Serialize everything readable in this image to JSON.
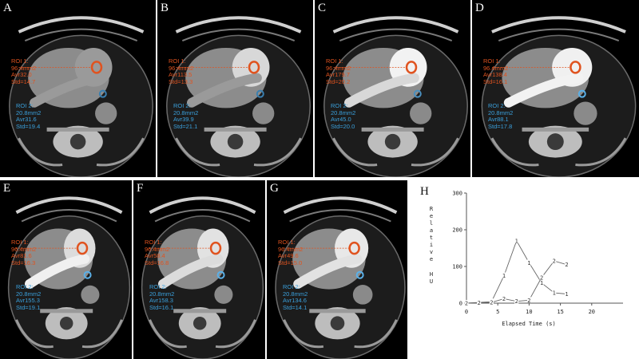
{
  "panels": [
    {
      "label": "A",
      "roi1": {
        "title": "ROI 1:",
        "area": "96.4mm2",
        "avg": "Avr32.0",
        "std": "Std=14.7"
      },
      "roi2": {
        "title": "ROI 2:",
        "area": "20.8mm2",
        "avg": "Avr31.6",
        "std": "Std=19.4"
      }
    },
    {
      "label": "B",
      "roi1": {
        "title": "ROI 1:",
        "area": "96.4mm2",
        "avg": "Avr113.5",
        "std": "Std=13.3"
      },
      "roi2": {
        "title": "ROI 2:",
        "area": "20.8mm2",
        "avg": "Avr39.9",
        "std": "Std=21.1"
      }
    },
    {
      "label": "C",
      "roi1": {
        "title": "ROI 1:",
        "area": "96.4mm2",
        "avg": "Avr179.7",
        "std": "Std=20.2"
      },
      "roi2": {
        "title": "ROI 2:",
        "area": "20.8mm2",
        "avg": "Avr45.0",
        "std": "Std=20.0"
      }
    },
    {
      "label": "D",
      "roi1": {
        "title": "ROI 1:",
        "area": "96.4mm2",
        "avg": "Avr138.4",
        "std": "Std=16.1"
      },
      "roi2": {
        "title": "ROI 2:",
        "area": "20.8mm2",
        "avg": "Avr88.1",
        "std": "Std=17.8"
      }
    },
    {
      "label": "E",
      "roi1": {
        "title": "ROI 1:",
        "area": "96.4mm2",
        "avg": "Avr81.6",
        "std": "Std=16.3"
      },
      "roi2": {
        "title": "ROI 2:",
        "area": "20.8mm2",
        "avg": "Avr155.3",
        "std": "Std=19.1"
      }
    },
    {
      "label": "F",
      "roi1": {
        "title": "ROI 1:",
        "area": "96.4mm2",
        "avg": "Avr58.4",
        "std": "Std=16.8"
      },
      "roi2": {
        "title": "ROI 2:",
        "area": "20.8mm2",
        "avg": "Avr158.3",
        "std": "Std=16.1"
      }
    },
    {
      "label": "G",
      "roi1": {
        "title": "ROI 1:",
        "area": "96.4mm2",
        "avg": "Avr49.6",
        "std": "Std=15.0"
      },
      "roi2": {
        "title": "ROI 2:",
        "area": "20.8mm2",
        "avg": "Avr134.6",
        "std": "Std=14.1"
      }
    }
  ],
  "chart_label": "H",
  "chart_data": {
    "type": "line",
    "title": "",
    "xlabel": "Elapsed Time (s)",
    "ylabel": "Relative HU",
    "xlim": [
      0,
      25
    ],
    "ylim": [
      0,
      300
    ],
    "xticks": [
      0,
      5,
      10,
      15,
      20
    ],
    "yticks": [
      0,
      100,
      200,
      300
    ],
    "grid": false,
    "series": [
      {
        "marker": "1",
        "x": [
          0,
          2,
          4,
          6,
          8,
          10,
          12,
          14,
          16
        ],
        "y": [
          0,
          2,
          4,
          75,
          170,
          110,
          55,
          28,
          25
        ]
      },
      {
        "marker": "2",
        "x": [
          0,
          2,
          4,
          6,
          8,
          10,
          12,
          14,
          16
        ],
        "y": [
          0,
          1,
          2,
          12,
          5,
          8,
          70,
          115,
          105
        ]
      }
    ]
  }
}
